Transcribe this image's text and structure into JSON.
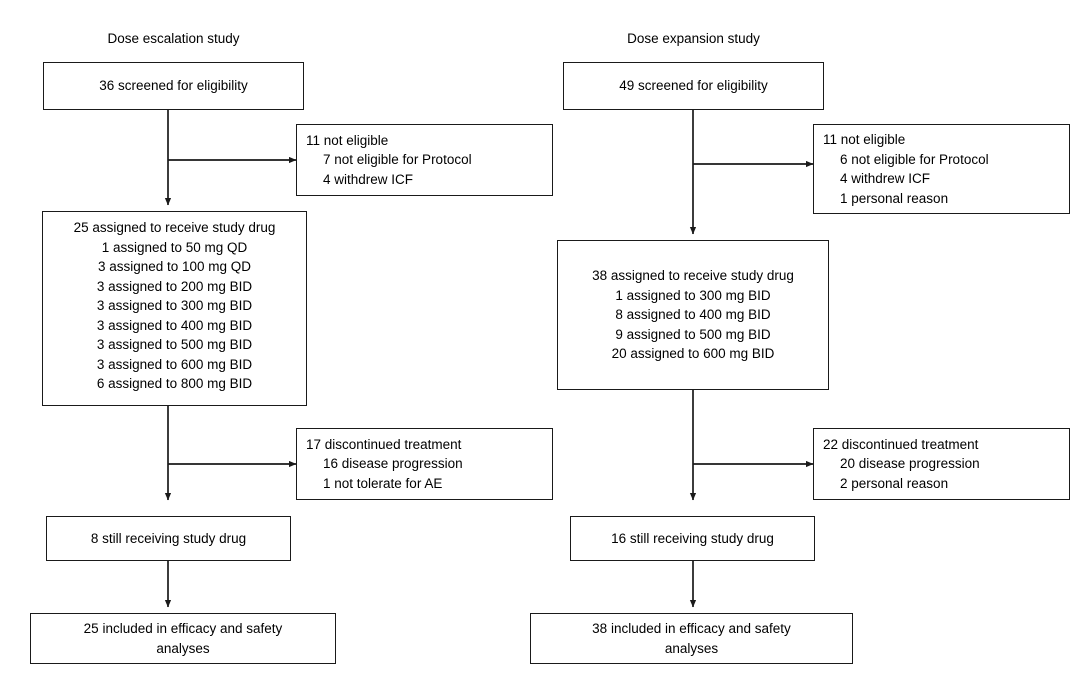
{
  "figure": {
    "type": "clinical-trial-flow-diagram",
    "columns": [
      {
        "id": "dose-escalation",
        "title": "Dose escalation study",
        "nodes": {
          "screened": {
            "lines": [
              "36 screened for eligibility"
            ]
          },
          "not_eligible": {
            "head": "11 not eligible",
            "sub": [
              "7 not eligible for Protocol",
              "4 withdrew ICF"
            ]
          },
          "assigned": {
            "head": "25 assigned to receive study drug",
            "sub": [
              "1 assigned to 50 mg QD",
              "3 assigned to 100 mg QD",
              "3 assigned to 200 mg BID",
              "3 assigned to 300 mg BID",
              "3 assigned to 400 mg BID",
              "3 assigned to 500 mg BID",
              "3 assigned to 600 mg BID",
              "6 assigned to 800 mg BID"
            ]
          },
          "discontinued": {
            "head": "17 discontinued treatment",
            "sub": [
              "16 disease progression",
              "1 not tolerate for AE"
            ]
          },
          "still_receiving": {
            "lines": [
              "8 still receiving study drug"
            ]
          },
          "included": {
            "lines": [
              "25 included in efficacy and safety",
              "analyses"
            ]
          }
        }
      },
      {
        "id": "dose-expansion",
        "title": "Dose expansion study",
        "nodes": {
          "screened": {
            "lines": [
              "49 screened for eligibility"
            ]
          },
          "not_eligible": {
            "head": "11 not eligible",
            "sub": [
              "6 not eligible for Protocol",
              "4 withdrew ICF",
              "1 personal reason"
            ]
          },
          "assigned": {
            "head": "38 assigned to receive study drug",
            "sub": [
              "1 assigned to 300 mg BID",
              "8 assigned to 400 mg BID",
              "9 assigned to 500 mg BID",
              "20 assigned to 600 mg BID"
            ]
          },
          "discontinued": {
            "head": "22 discontinued treatment",
            "sub": [
              "20 disease progression",
              "2 personal reason"
            ]
          },
          "still_receiving": {
            "lines": [
              "16 still receiving study drug"
            ]
          },
          "included": {
            "lines": [
              "38 included in efficacy and safety",
              "analyses"
            ]
          }
        }
      }
    ],
    "colors": {
      "background": "#ffffff",
      "stroke": "#1a1a1a",
      "text": "#000000"
    }
  }
}
